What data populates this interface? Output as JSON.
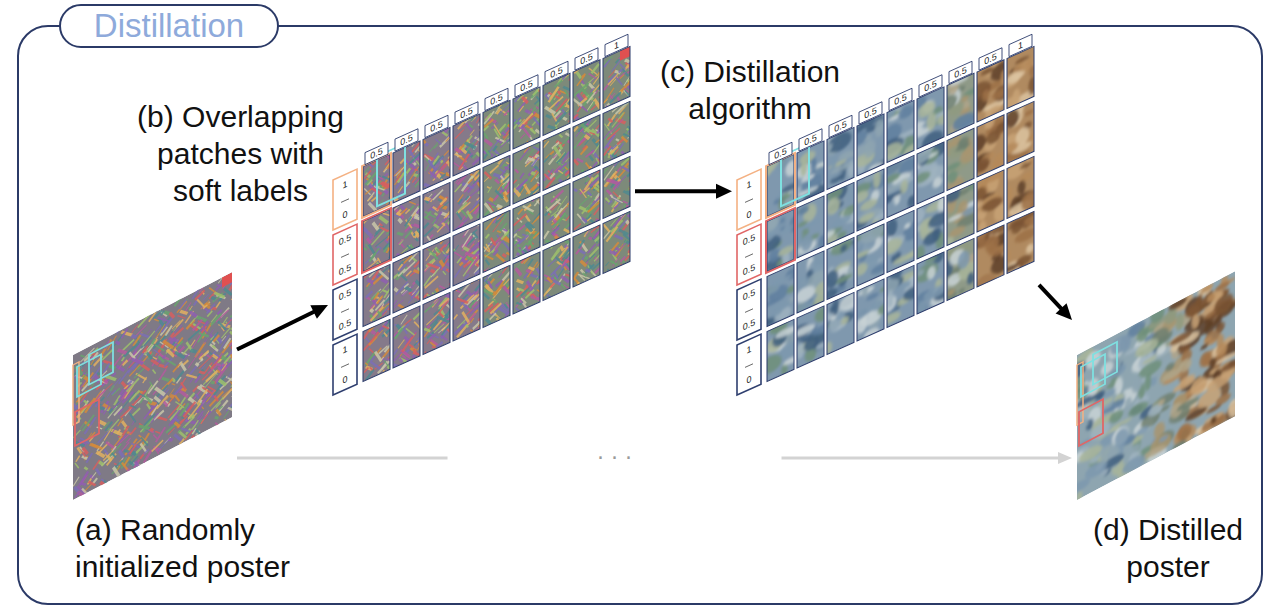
{
  "diagram": {
    "title": "Distillation",
    "nodes": [
      {
        "text": [
          "(a) Randomly initialized poster"
        ]
      },
      {
        "text": [
          "(b) Overlapping patches with soft labels"
        ]
      },
      {
        "text": [
          "(c) Distillation algorithm"
        ]
      },
      {
        "text": [
          "(d) Distilled poster"
        ]
      }
    ],
    "edges": [
      {
        "from": 0,
        "to": 1,
        "arrow": "to"
      },
      {
        "from": 1,
        "to": 2,
        "arrow": "to"
      },
      {
        "from": 2,
        "to": 3,
        "arrow": "to"
      },
      {
        "from": 0,
        "to": 3,
        "arrow": "to",
        "label": "· · ·"
      }
    ],
    "labels": [
      "1",
      "0",
      "0.5",
      "0.5",
      "0.5",
      "0.5",
      "1",
      "0",
      "0.5",
      "0.5",
      "0.5",
      "0.5",
      "0.5",
      "0.5",
      "0.5",
      "0.5",
      "1",
      "1",
      "0",
      "0.5",
      "0.5",
      "0.5",
      "0.5",
      "1",
      "0",
      "0.5",
      "0.5",
      "0.5",
      "0.5",
      "0.5",
      "0.5",
      "0.5",
      "0.5",
      "1"
    ]
  }
}
